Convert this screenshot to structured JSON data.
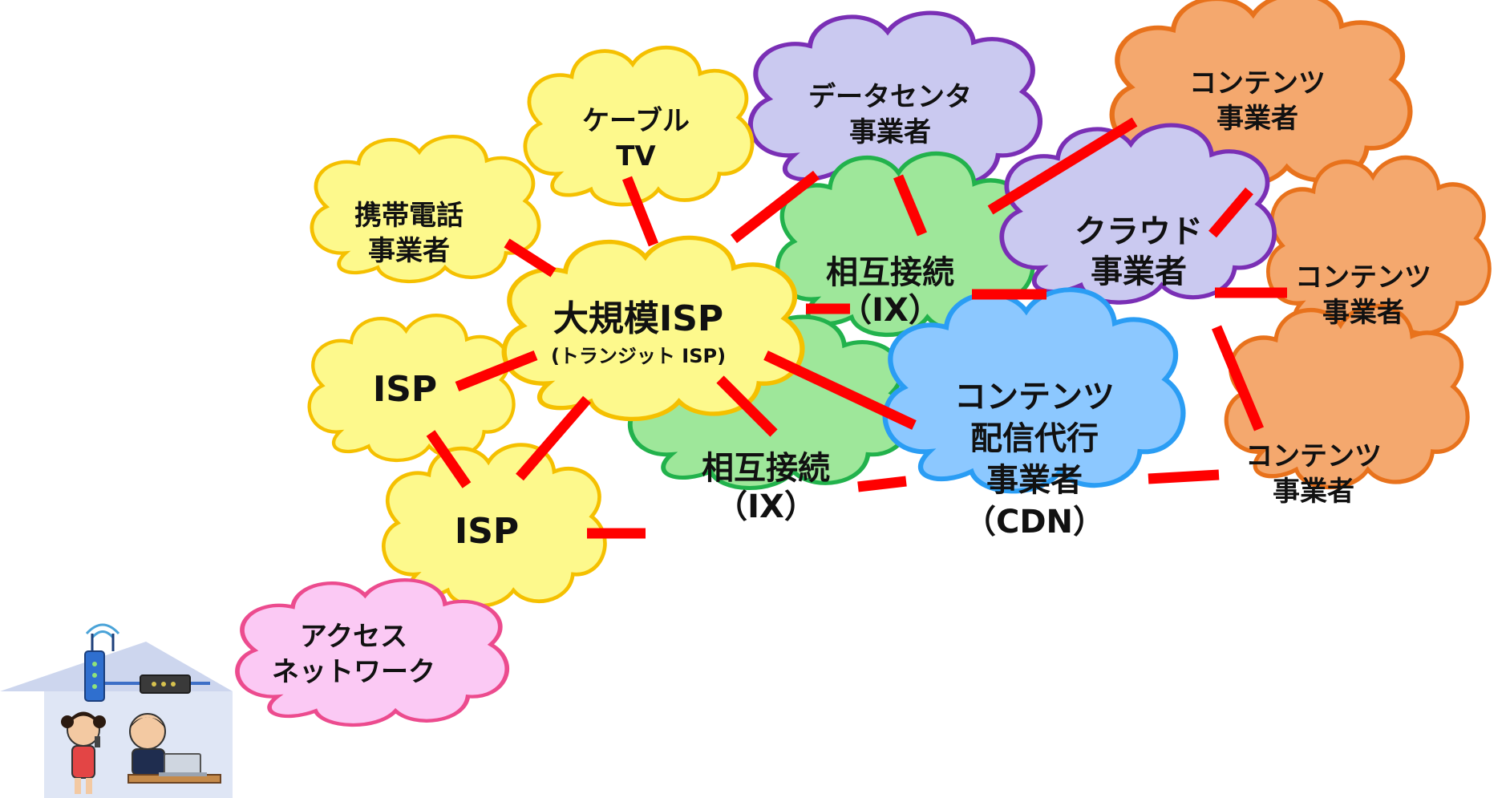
{
  "colors": {
    "yellow_fill": "#fdf98c",
    "yellow_stroke": "#f5c000",
    "green_fill": "#9ee79a",
    "green_stroke": "#22b24c",
    "purple_fill": "#cac9f0",
    "purple_stroke": "#7a2fb5",
    "orange_fill": "#f4a86e",
    "orange_stroke": "#e8721c",
    "blue_fill": "#8cc8ff",
    "blue_stroke": "#2a9df4",
    "pink_fill": "#fbc9f4",
    "pink_stroke": "#ec4b8e",
    "link": "#ff0000",
    "house_fill": "#dfe6f5",
    "house_roof": "#cdd6ee"
  },
  "nodes": {
    "cable_tv": {
      "line1": "ケーブル",
      "line2": "TV"
    },
    "mobile_carrier": {
      "line1": "携帯電話",
      "line2": "事業者"
    },
    "large_isp": {
      "line1": "大規模ISP",
      "line2": "(トランジット ISP)"
    },
    "isp_upper": {
      "line1": "ISP"
    },
    "isp_lower": {
      "line1": "ISP"
    },
    "access_network": {
      "line1": "アクセス",
      "line2": "ネットワーク"
    },
    "datacenter": {
      "line1": "データセンタ",
      "line2": "事業者"
    },
    "ix_upper": {
      "line1": "相互接続",
      "line2": "（IX）"
    },
    "ix_lower": {
      "line1": "相互接続",
      "line2": "（IX）"
    },
    "cloud_provider": {
      "line1": "クラウド",
      "line2": "事業者"
    },
    "cdn": {
      "line1": "コンテンツ",
      "line2": "配信代行",
      "line3": "事業者",
      "line4": "（CDN）"
    },
    "content_top": {
      "line1": "コンテンツ",
      "line2": "事業者"
    },
    "content_mid": {
      "line1": "コンテンツ",
      "line2": "事業者"
    },
    "content_bottom": {
      "line1": "コンテンツ",
      "line2": "事業者"
    }
  },
  "home_icons": [
    "wifi-router-icon",
    "modem-icon",
    "girl-with-phone-icon",
    "boy-with-laptop-icon",
    "house-icon"
  ]
}
